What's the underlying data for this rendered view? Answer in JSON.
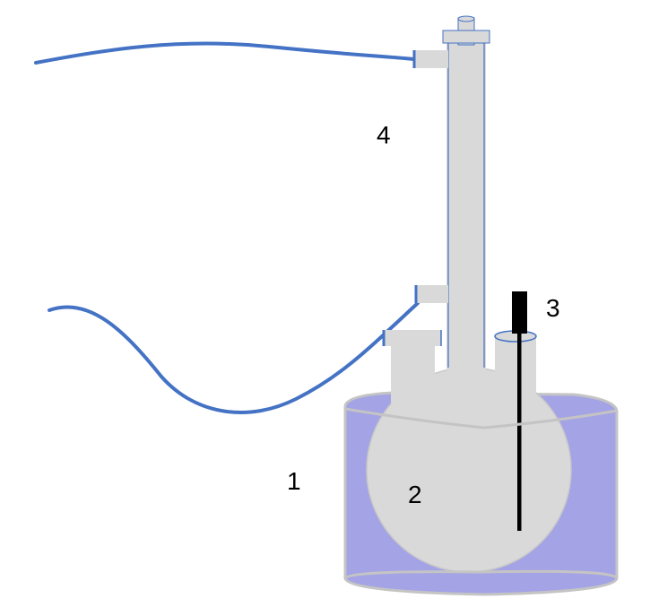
{
  "labels": {
    "bath": "1",
    "flask": "2",
    "thermometer": "3",
    "condenser": "4"
  },
  "colors": {
    "glass": "#d9d9d9",
    "glass_edge": "#bfbfbf",
    "bath_liquid": "#a3a3e6",
    "bath_rim": "#c4c4c4",
    "tubing": "#4472c4",
    "thermometer": "#000000",
    "text": "#000000",
    "background": "#ffffff"
  }
}
